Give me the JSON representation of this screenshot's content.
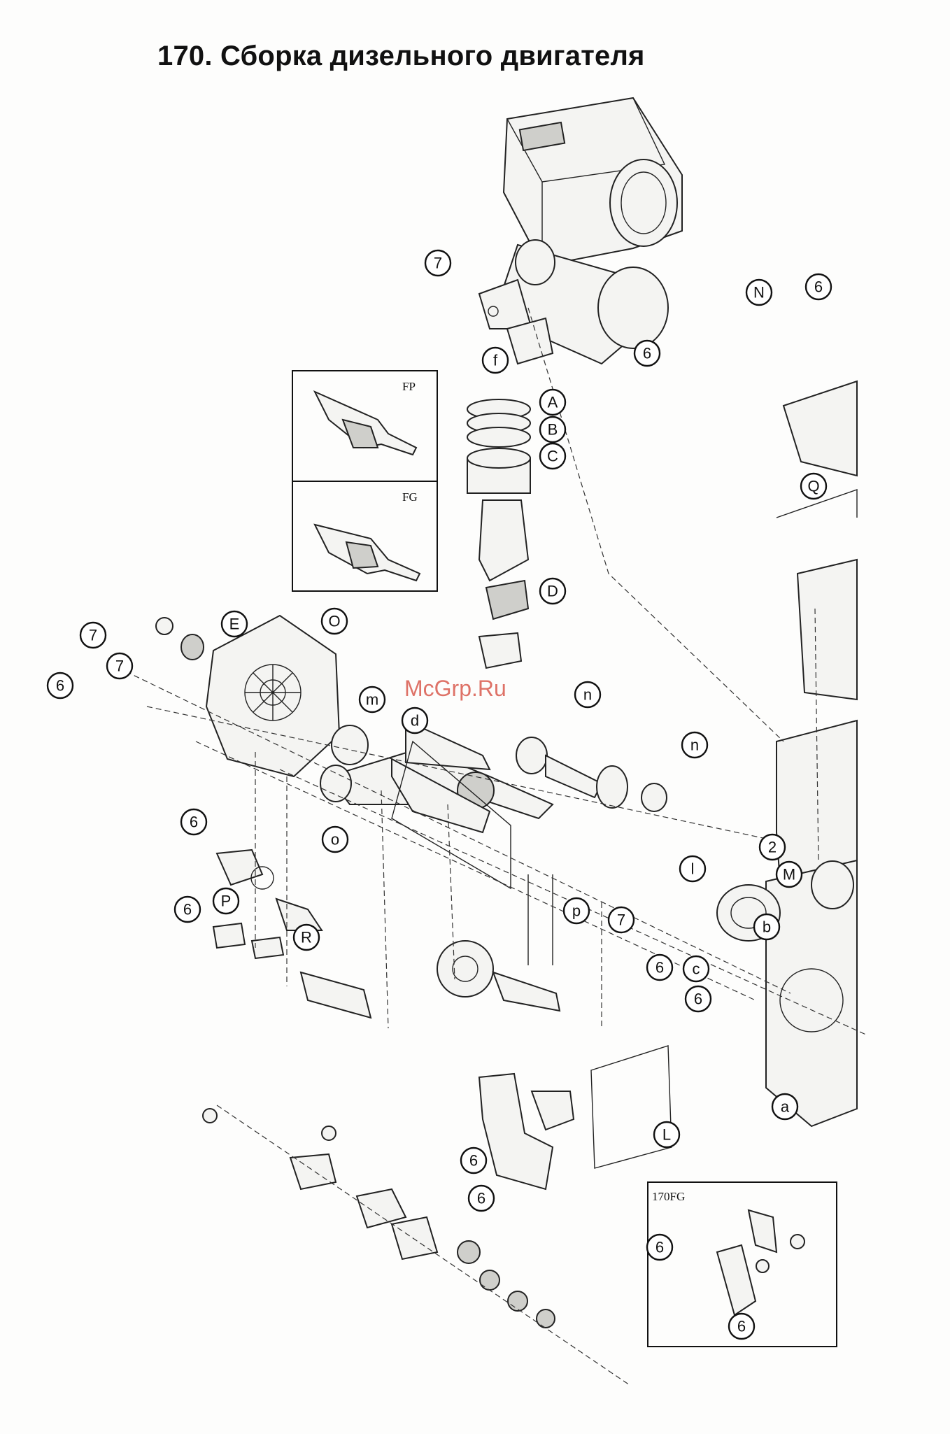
{
  "title": "170. Сборка дизельного двигателя",
  "watermark": "McGrp.Ru",
  "insets": {
    "fp_label": "FP",
    "fg_label": "FG",
    "fg170_label": "170FG"
  },
  "callouts": [
    {
      "id": "7"
    },
    {
      "id": "f"
    },
    {
      "id": "6"
    },
    {
      "id": "N"
    },
    {
      "id": "6"
    },
    {
      "id": "A"
    },
    {
      "id": "B"
    },
    {
      "id": "C"
    },
    {
      "id": "D"
    },
    {
      "id": "7"
    },
    {
      "id": "E"
    },
    {
      "id": "O"
    },
    {
      "id": "7"
    },
    {
      "id": "6"
    },
    {
      "id": "m"
    },
    {
      "id": "d"
    },
    {
      "id": "n"
    },
    {
      "id": "n"
    },
    {
      "id": "Q"
    },
    {
      "id": "6"
    },
    {
      "id": "P"
    },
    {
      "id": "o"
    },
    {
      "id": "2"
    },
    {
      "id": "M"
    },
    {
      "id": "l"
    },
    {
      "id": "p"
    },
    {
      "id": "7"
    },
    {
      "id": "b"
    },
    {
      "id": "6"
    },
    {
      "id": "R"
    },
    {
      "id": "6"
    },
    {
      "id": "c"
    },
    {
      "id": "6"
    },
    {
      "id": "a"
    },
    {
      "id": "L"
    },
    {
      "id": "6"
    },
    {
      "id": "6"
    },
    {
      "id": "6"
    },
    {
      "id": "6"
    }
  ]
}
